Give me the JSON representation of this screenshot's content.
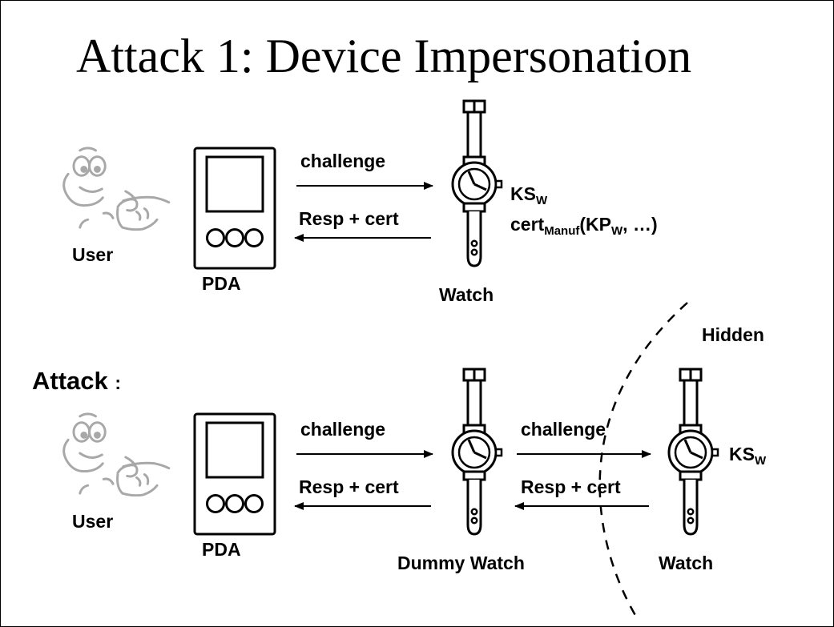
{
  "title": "Attack 1: Device Impersonation",
  "normal": {
    "user": "User",
    "pda": "PDA",
    "watch": "Watch",
    "challenge": "challenge",
    "response": "Resp + cert",
    "ks_main": "KS",
    "ks_sub": "W",
    "cert_main": "cert",
    "cert_sub": "Manuf",
    "cert_kp": "(KP",
    "cert_kp_sub": "W",
    "cert_tail": ", …)"
  },
  "attack": {
    "label": "Attack",
    "colon": ":",
    "user": "User",
    "pda": "PDA",
    "dummy_watch": "Dummy Watch",
    "watch": "Watch",
    "challenge_1": "challenge",
    "response_1": "Resp + cert",
    "challenge_2": "challenge",
    "response_2": "Resp + cert",
    "ks_main": "KS",
    "ks_sub": "W",
    "hidden": "Hidden"
  }
}
